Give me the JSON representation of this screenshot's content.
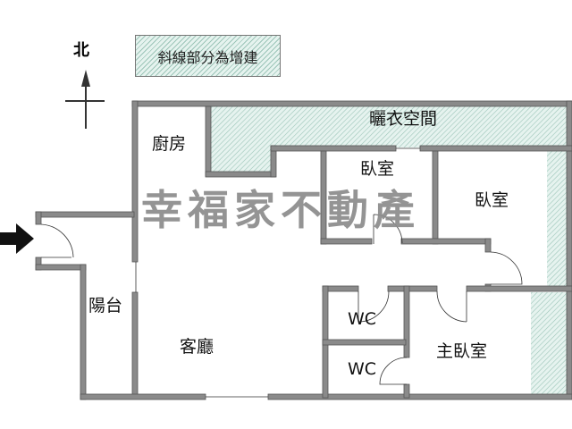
{
  "title_north": "北",
  "legend": "斜線部分為增建",
  "watermark": "幸福家不動產",
  "rooms": {
    "laundry": "曬衣空間",
    "kitchen": "廚房",
    "bedroom1": "臥室",
    "bedroom2": "臥室",
    "balcony": "陽台",
    "living": "客廳",
    "wc1": "WC",
    "wc2": "WC",
    "master": "主臥室"
  },
  "colors": {
    "wall": "#8a8a8a",
    "hatch": "#9cc5b8",
    "hatch_bg": "#e6f3ef"
  }
}
